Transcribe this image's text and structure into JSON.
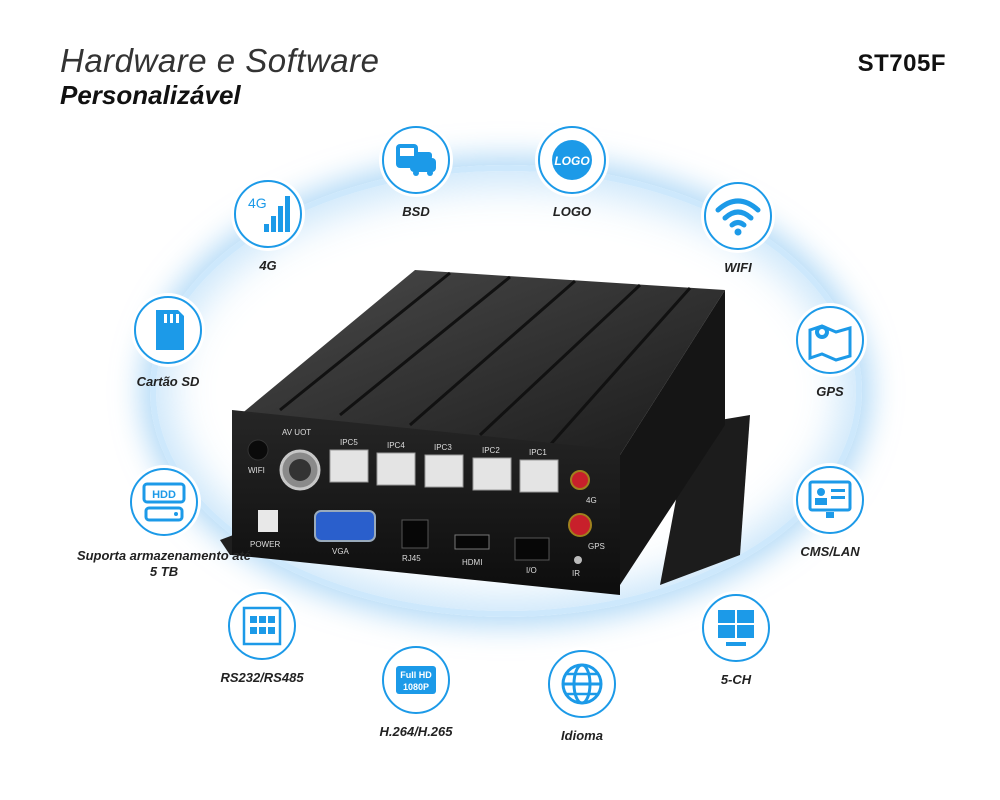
{
  "heading": {
    "line1": "Hardware e Software",
    "line2": "Personalizável",
    "model": "ST705F"
  },
  "features": [
    {
      "id": "bsd",
      "label": "BSD",
      "icon": "vehicle-pair-icon"
    },
    {
      "id": "logo",
      "label": "LOGO",
      "icon": "logo-badge-icon",
      "icon_text": "LOGO"
    },
    {
      "id": "4g",
      "label": "4G",
      "icon": "4g-signal-icon",
      "icon_text": "4G"
    },
    {
      "id": "wifi",
      "label": "WIFI",
      "icon": "wifi-icon"
    },
    {
      "id": "sd",
      "label": "Cartão SD",
      "icon": "sd-card-icon"
    },
    {
      "id": "gps",
      "label": "GPS",
      "icon": "map-pin-icon"
    },
    {
      "id": "hdd",
      "label": "Suporta armazenamento até 5 TB",
      "icon": "hdd-icon",
      "icon_text": "HDD"
    },
    {
      "id": "cms",
      "label": "CMS/LAN",
      "icon": "monitor-user-icon"
    },
    {
      "id": "rs232",
      "label": "RS232/RS485",
      "icon": "circuit-board-icon"
    },
    {
      "id": "5ch",
      "label": "5-CH",
      "icon": "split-screen-icon"
    },
    {
      "id": "h264",
      "label": "H.264/H.265",
      "icon": "full-hd-icon",
      "icon_text": "Full HD",
      "icon_text2": "1080P"
    },
    {
      "id": "idioma",
      "label": "Idioma",
      "icon": "globe-icon"
    }
  ],
  "device": {
    "ports": [
      "AV UOT",
      "IPC5",
      "IPC4",
      "IPC3",
      "IPC2",
      "IPC1"
    ],
    "wifi": "WIFI",
    "antenna_4g": "4G",
    "antenna_gps": "GPS",
    "power": "POWER",
    "vga": "VGA",
    "rj45": "RJ45",
    "hdmi": "HDMI",
    "io": "I/O",
    "ir": "IR"
  }
}
